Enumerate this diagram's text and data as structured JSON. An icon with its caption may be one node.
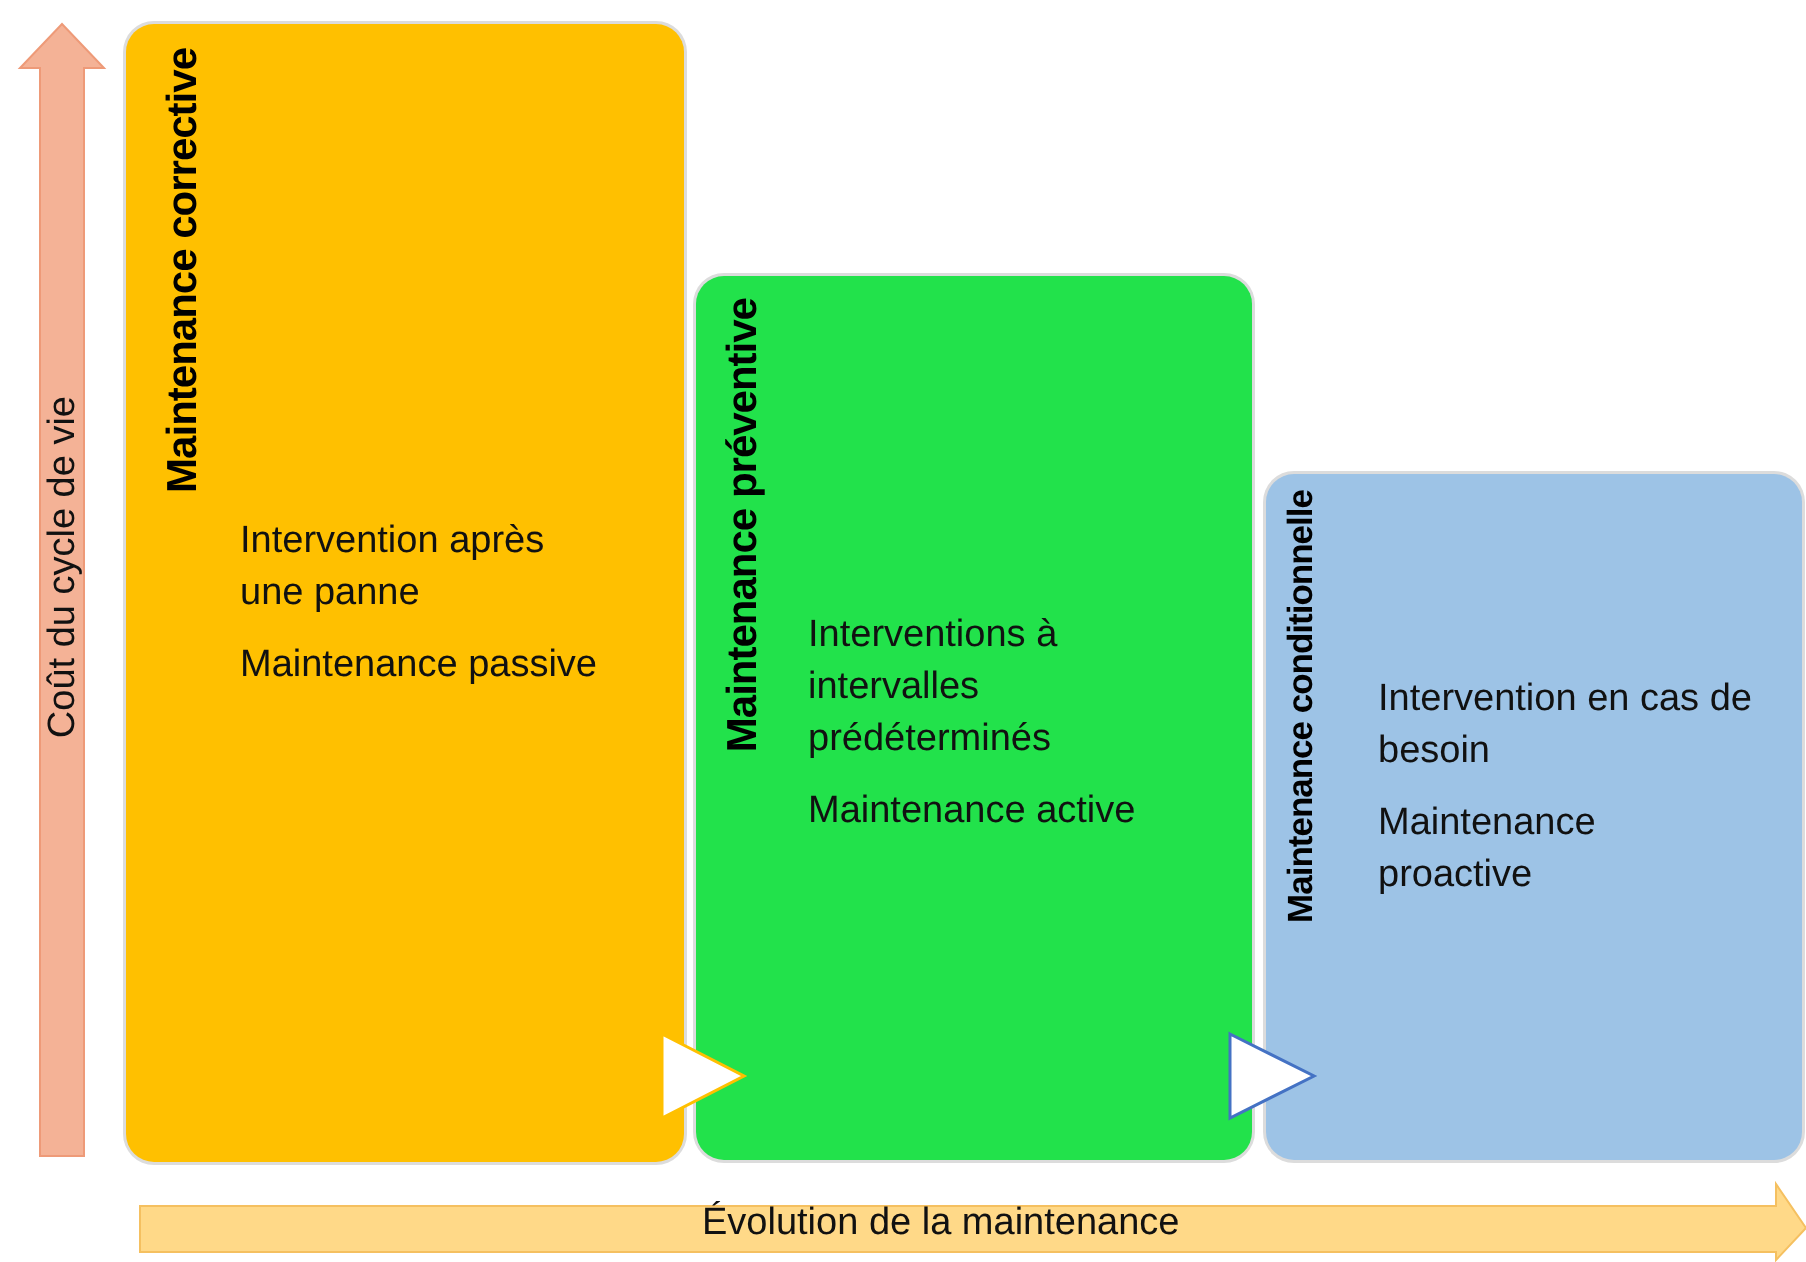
{
  "diagram": {
    "nodes": [
      {
        "text": [
          "Maintenance corrective",
          "Intervention après une panne",
          "Maintenance passive"
        ]
      },
      {
        "text": [
          "Maintenance préventive",
          "Interventions à intervalles prédéterminés",
          "Maintenance active"
        ]
      },
      {
        "text": [
          "Maintenance conditionnelle",
          "Intervention en cas de besoin",
          "Maintenance proactive"
        ]
      }
    ],
    "edges": [
      {
        "from": 0,
        "to": 1,
        "arrow": "to",
        "color": "#ffc000"
      },
      {
        "from": 1,
        "to": 2,
        "arrow": "to",
        "color": "#4472c4"
      }
    ],
    "labels": [
      "Coût du cycle de vie",
      "Évolution de la maintenance"
    ]
  }
}
